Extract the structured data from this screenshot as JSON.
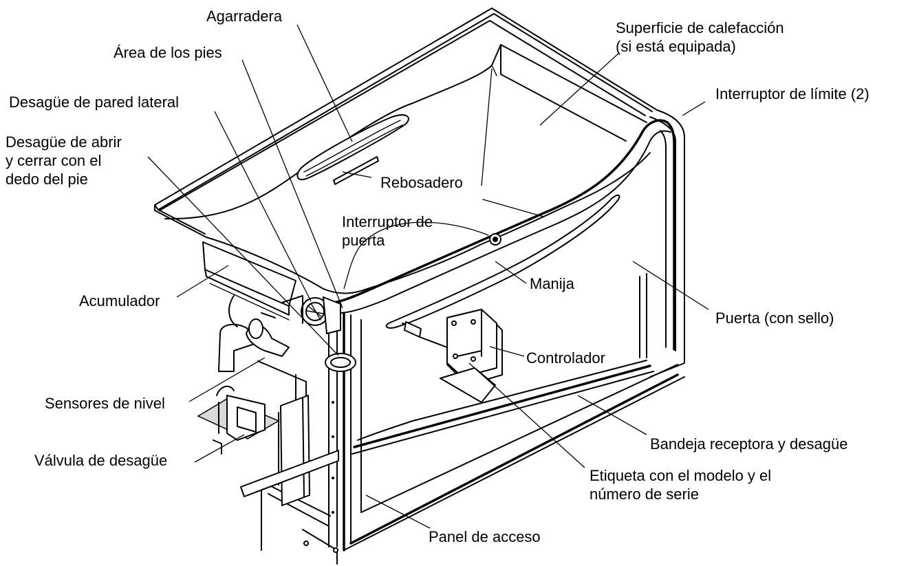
{
  "labels": {
    "agarradera": "Agarradera",
    "area_pies": "Área de los pies",
    "desague_pared_lateral": "Desagüe de pared lateral",
    "desague_abrir_1": "Desagüe de abrir",
    "desague_abrir_2": "y cerrar con el",
    "desague_abrir_3": "dedo del pie",
    "acumulador": "Acumulador",
    "sensores_nivel": "Sensores de nivel",
    "valvula_desague": "Válvula de desagüe",
    "superficie_1": "Superficie de calefacción",
    "superficie_2": "(si está equipada)",
    "interruptor_limite": "Interruptor de límite (2)",
    "rebosadero": "Rebosadero",
    "interruptor_puerta_1": "Interruptor de",
    "interruptor_puerta_2": "puerta",
    "manija": "Manija",
    "puerta": "Puerta (con sello)",
    "controlador": "Controlador",
    "bandeja": "Bandeja receptora y desagüe",
    "etiqueta_1": "Etiqueta con el modelo y el",
    "etiqueta_2": "número de serie",
    "panel_acceso": "Panel de acceso"
  }
}
